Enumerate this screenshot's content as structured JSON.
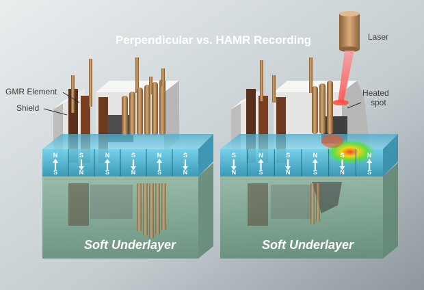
{
  "title": "Perpendicular vs. HAMR Recording",
  "labels": {
    "gmr_element": "GMR Element",
    "shield": "Shield",
    "laser": "Laser",
    "heated_spot_line1": "Heated",
    "heated_spot_line2": "spot"
  },
  "left_panel": {
    "underlayer_label": "Soft Underlayer",
    "bits": [
      {
        "top": "N",
        "bottom": "S",
        "arrow": "up"
      },
      {
        "top": "S",
        "bottom": "N",
        "arrow": "down"
      },
      {
        "top": "N",
        "bottom": "S",
        "arrow": "up"
      },
      {
        "top": "S",
        "bottom": "N",
        "arrow": "down"
      },
      {
        "top": "N",
        "bottom": "S",
        "arrow": "up"
      },
      {
        "top": "S",
        "bottom": "N",
        "arrow": "down"
      }
    ]
  },
  "right_panel": {
    "underlayer_label": "Soft Underlayer",
    "bits": [
      {
        "top": "S",
        "bottom": "N",
        "arrow": "down"
      },
      {
        "top": "N",
        "bottom": "S",
        "arrow": "up"
      },
      {
        "top": "S",
        "bottom": "N",
        "arrow": "down"
      },
      {
        "top": "N",
        "bottom": "S",
        "arrow": "up"
      },
      {
        "top": "S",
        "bottom": "N",
        "arrow": "down"
      },
      {
        "top": "N",
        "bottom": "S",
        "arrow": "up"
      }
    ]
  },
  "colors": {
    "medium_band": "#4fb9d6",
    "underlayer": "#7fa890",
    "coil": "#a87b4a",
    "pole": "#7a3e22",
    "yoke": "#e4e4e2",
    "laser_body": "#b8875a",
    "laser_beam": "#f06a6a",
    "label_white": "#ffffff",
    "label_dark": "#3a3a3a"
  }
}
